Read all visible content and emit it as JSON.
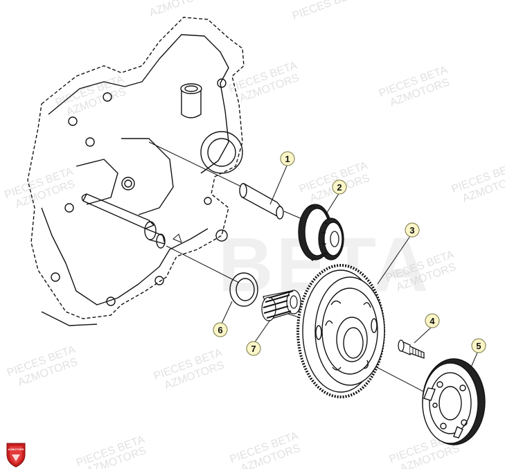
{
  "watermark": {
    "line1": "PIECES BETA",
    "line2": "AZMOTORS",
    "center": "BETA"
  },
  "logo": {
    "text": "AZMOTORS",
    "color": "#c81e1e"
  },
  "callouts": [
    {
      "number": "1",
      "part": "shaft"
    },
    {
      "number": "2",
      "part": "starter-gear"
    },
    {
      "number": "3",
      "part": "starter-ring-gear"
    },
    {
      "number": "4",
      "part": "bolt"
    },
    {
      "number": "5",
      "part": "freewheel-clutch"
    },
    {
      "number": "6",
      "part": "washer"
    },
    {
      "number": "7",
      "part": "needle-bearing"
    }
  ],
  "colors": {
    "callout_fill": "#fbf6c8",
    "callout_stroke": "#8a8a5a",
    "line": "#111111"
  }
}
